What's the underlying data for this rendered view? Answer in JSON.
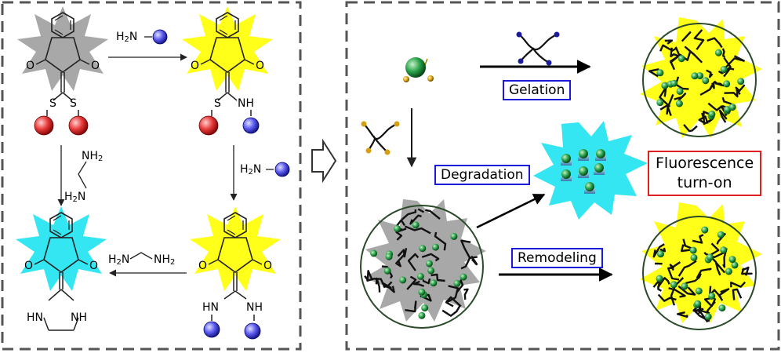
{
  "scheme": {
    "reagents": {
      "amine_h": "H",
      "amine_sub": "2",
      "amine_n": "N",
      "ethylenediamine": {
        "nh2_top": "NH",
        "nh2_top_sub": "2",
        "h2n_bottom_h": "H",
        "h2n_bottom_sub": "2",
        "h2n_bottom_n": "N"
      },
      "ethylenediamine_horizontal": {
        "left_h": "H",
        "left_sub": "2",
        "left_n": "N",
        "right_nh": "NH",
        "right_sub": "2"
      }
    },
    "atoms": {
      "o": "O",
      "s": "S",
      "nh": "NH",
      "hn": "HN"
    }
  },
  "process": {
    "gelation_label": "Gelation",
    "degradation_label": "Degradation",
    "remodeling_label": "Remodeling",
    "fluorescence_label_line1": "Fluorescence",
    "fluorescence_label_line2": "turn-on"
  },
  "colors": {
    "gray_burst": "#a8a8a8",
    "yellow_burst": "#ffff1a",
    "cyan_burst": "#33e6f2",
    "thiol_sphere": "#e03030",
    "amine_sphere": "#3a3ae0",
    "crosslinker_node": "#2a7a3a",
    "frame_border": "#555555",
    "label_border_blue": "#1a1ad8",
    "label_border_red": "#e02020"
  }
}
